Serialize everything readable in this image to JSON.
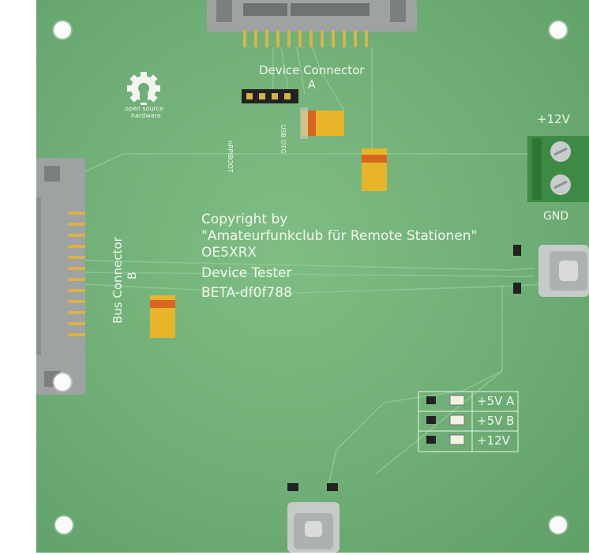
{
  "board": {
    "copyright_lines": [
      "Copyright by",
      "\"Amateurfunkclub für Remote Stationen\"",
      "OE5XRX"
    ],
    "title": "Device Tester",
    "version": "BETA-df0f788",
    "device_connector_line1": "Device Connector",
    "device_connector_line2": "A",
    "bus_connector_line1": "Bus Connector",
    "bus_connector_line2": "B",
    "power_label_top": "+12V",
    "power_label_bottom": "GND",
    "jumper_label_1": "nRPIBOOT",
    "jumper_label_2": "USB OTG",
    "osh_line1": "open source",
    "osh_line2": "hardware",
    "leds": [
      {
        "label": "+5V A"
      },
      {
        "label": "+5V B"
      },
      {
        "label": "+12V"
      }
    ]
  },
  "colors": {
    "pcb": "#6fae76",
    "silkscreen": "#f2f6ee",
    "terminal_block": "#3d8a45",
    "capacitor": "#e8b52a"
  }
}
